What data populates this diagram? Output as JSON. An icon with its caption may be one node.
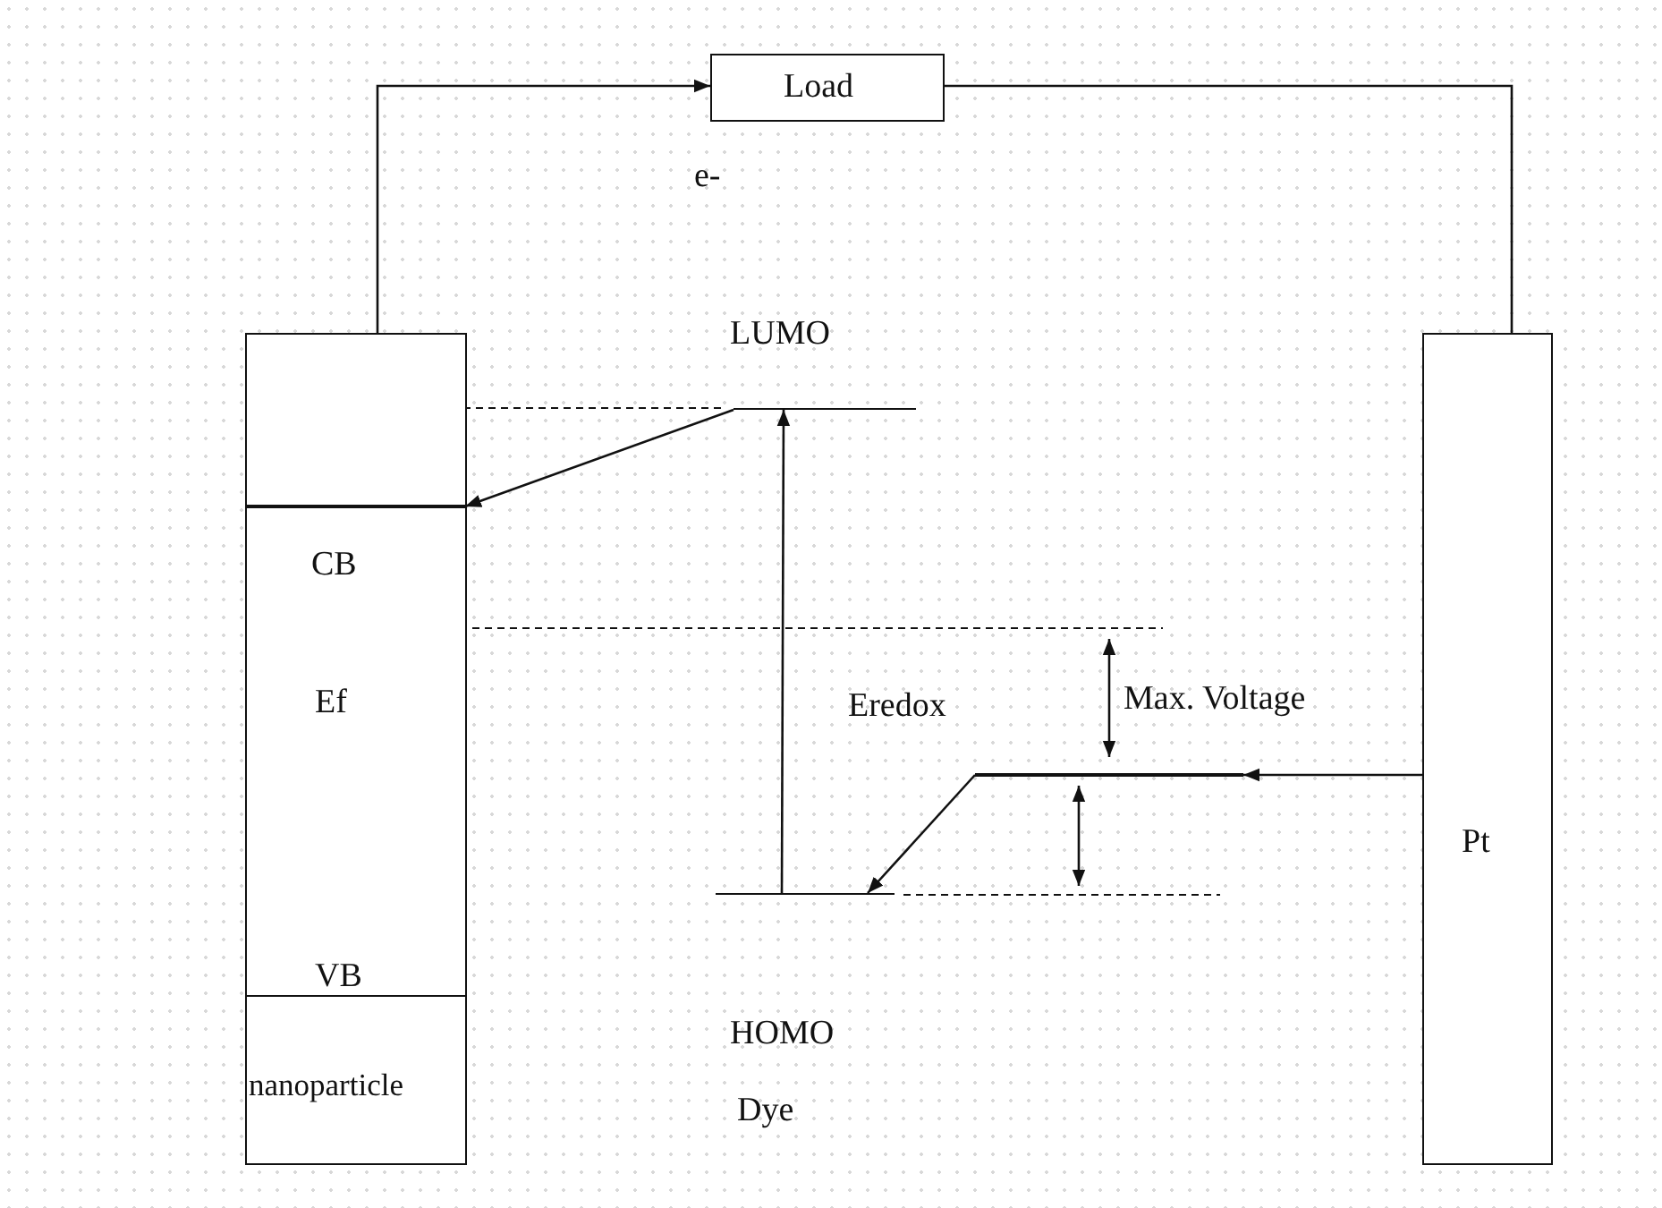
{
  "diagram": {
    "nodes": [
      {
        "text": [
          "Load"
        ]
      },
      {
        "text": [
          "CB",
          "Ef",
          "VB"
        ]
      },
      {
        "text": [],
        "shape": "line",
        "in": 1
      },
      {
        "text": [
          "nanoparticle"
        ],
        "in": 1
      },
      {
        "text": [
          "LUMO"
        ]
      },
      {
        "text": [],
        "shape": "line"
      },
      {
        "text": [
          "HOMO"
        ]
      },
      {
        "text": [
          "Pt"
        ]
      }
    ],
    "edges": [
      {
        "from": 1,
        "to": 0,
        "arrow": "to",
        "label": "e-"
      },
      {
        "from": 0,
        "to": 7,
        "arrow": "none"
      },
      {
        "from": 4,
        "to": 2,
        "arrow": "to"
      },
      {
        "from": 7,
        "to": 5,
        "arrow": "to"
      },
      {
        "from": 5,
        "to": 6,
        "arrow": "to"
      },
      {
        "from": 6,
        "to": 4,
        "arrow": "to"
      }
    ],
    "labels": [
      "Eredox",
      "Max. Voltage",
      "Dye"
    ]
  }
}
